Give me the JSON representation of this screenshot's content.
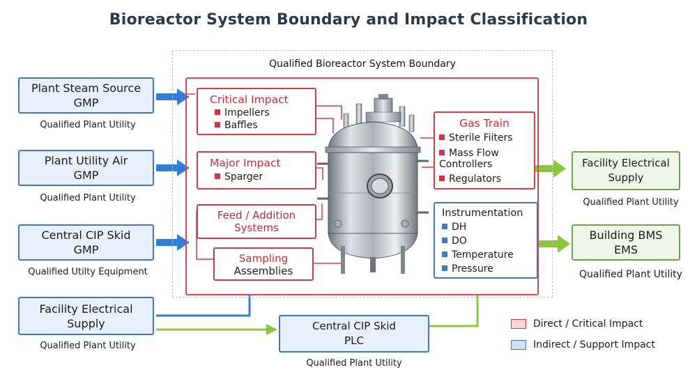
{
  "title": "Bioreactor System Boundary and Impact Classification",
  "boundary_label": "Qualified Bioreactor System Boundary",
  "sources": [
    {
      "line1": "Plant Steam Source",
      "line2": "GMP",
      "caption": "Qualified Plant Utility"
    },
    {
      "line1": "Plant Utility Air",
      "line2": "GMP",
      "caption": "Qualified Plant Utility"
    },
    {
      "line1": "Central CIP Skid",
      "line2": "GMP",
      "caption": "Qualified  Utilty Equipment"
    },
    {
      "line1": "Facility  Electrical",
      "line2": "Supply",
      "caption": "Qualified Plant Utility"
    }
  ],
  "critical": {
    "title": "Critical Impact",
    "items": [
      "Impellers",
      "Baffles"
    ]
  },
  "major": {
    "title": "Major Impact",
    "items": [
      "Sparger"
    ]
  },
  "feed": {
    "line1": "Feed / Addition",
    "line2": "Systems"
  },
  "sampling": {
    "line1": "Sampling",
    "line2": "Assemblies"
  },
  "gas_train": {
    "title": "Gas Train",
    "items": [
      "Sterile Fiiters",
      "Mass Flow Controllers",
      "Regulators"
    ]
  },
  "instrumentation": {
    "title": "Instrumentation",
    "items": [
      "DH",
      "DO",
      "Temperature",
      "Pressure"
    ]
  },
  "outputs": [
    {
      "line1": "Facility  Electrical",
      "line2": "Supply",
      "caption": "Qualified Plant Utility"
    },
    {
      "line1": "Building BMS",
      "line2": "EMS",
      "caption": "Qualified Plant Utility"
    }
  ],
  "plc": {
    "line1": "Central CIP Skid",
    "line2": "PLC",
    "caption": "Qualified Plant Utility"
  },
  "legend": {
    "direct": "Direct / Critical Impact",
    "indirect": "Indirect / Support Impact"
  },
  "colors": {
    "critical_red": "#d23a44",
    "support_blue": "#3f78b8",
    "output_green": "#6fa24a",
    "arrow_blue": "#2f7fd6",
    "arrow_green": "#8cc63f"
  }
}
